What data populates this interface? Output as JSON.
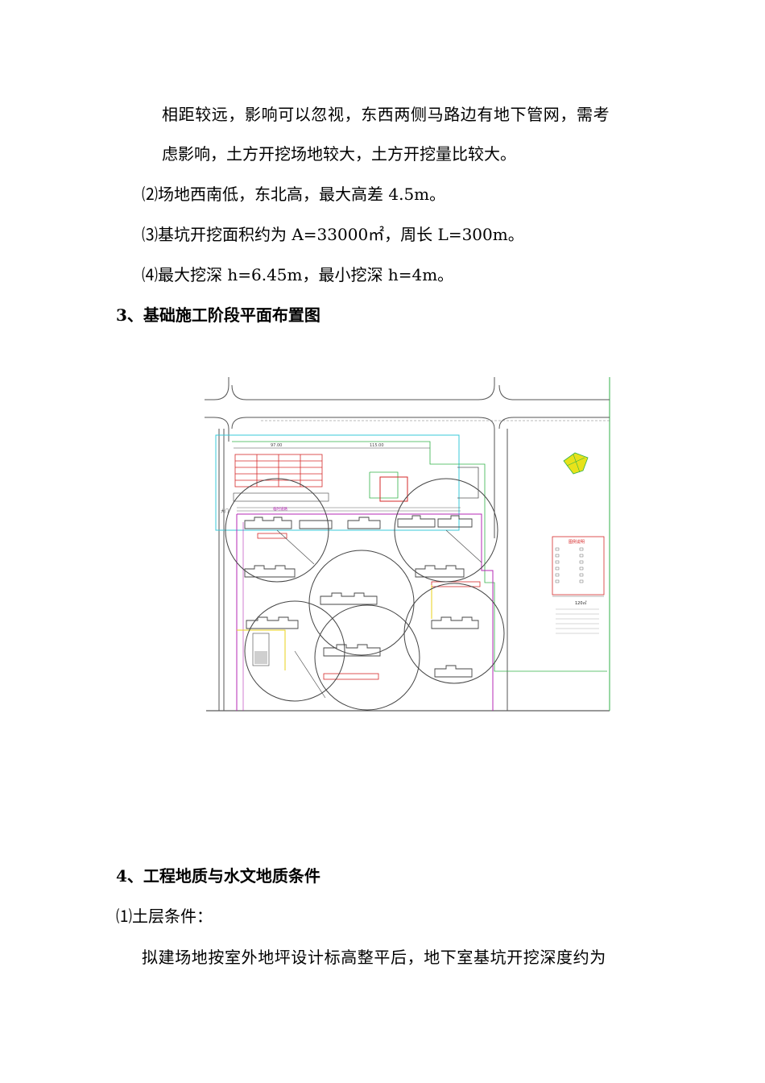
{
  "body": {
    "para_cont_1": "相距较远，影响可以忽视，东西两侧马路边有地下管网，需考",
    "para_cont_2": "虑影响，土方开挖场地较大，土方开挖量比较大。",
    "item_2": "⑵场地西南低，东北高，最大高差 4.5m。",
    "item_3": "⑶基坑开挖面积约为 A=33000㎡，周长 L=300m。",
    "item_4": "⑷最大挖深 h=6.45m，最小挖深 h=4m。",
    "heading_3": "3、基础施工阶段平面布置图",
    "heading_4": "4、工程地质与水文地质条件",
    "item_soil": "⑴土层条件：",
    "para_soil": "拟建场地按室外地坪设计标高整平后，地下室基坑开挖深度约为"
  },
  "figure": {
    "dim_left": "97.00",
    "dim_right": "115.00",
    "road_label": "临时道路",
    "gate_label": "大门",
    "legend_title": "图例说明",
    "totals_value": "120㎡"
  },
  "colors": {
    "text": "#000000",
    "cyan": "#39c8d8",
    "green": "#33b24a",
    "magenta": "#b428b4",
    "red": "#d62a2a",
    "yellow": "#e8d21a",
    "outline": "#555555"
  }
}
